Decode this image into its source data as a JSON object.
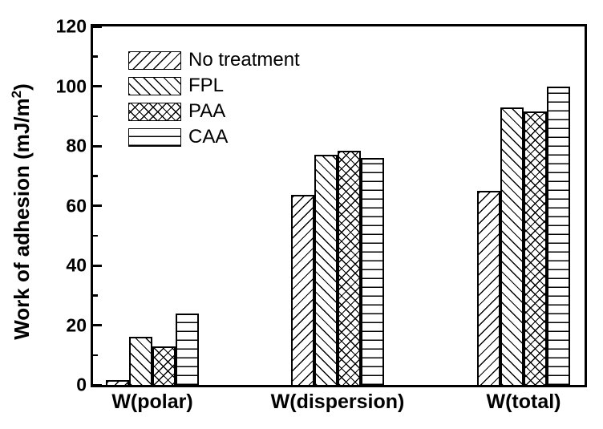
{
  "figure": {
    "background_color": "#ffffff",
    "ink_color": "#000000",
    "title": ""
  },
  "chart_data": {
    "type": "bar",
    "title": "",
    "xlabel": "",
    "ylabel": "Work of adhesion (mJ/m²)",
    "ylabel_parts": {
      "prefix": "Work of adhesion (mJ/m",
      "sup": "2",
      "suffix": ")"
    },
    "categories": [
      "W(polar)",
      "W(dispersion)",
      "W(total)"
    ],
    "series": [
      {
        "name": "No treatment",
        "pattern": "diagonal-forward-hatch",
        "values": [
          1.5,
          63.5,
          65
        ]
      },
      {
        "name": "FPL",
        "pattern": "diagonal-backward-hatch",
        "values": [
          16,
          77,
          93
        ]
      },
      {
        "name": "PAA",
        "pattern": "crosshatch",
        "values": [
          13,
          78.5,
          91.5
        ]
      },
      {
        "name": "CAA",
        "pattern": "horizontal-lines",
        "values": [
          24,
          76,
          100
        ]
      }
    ],
    "ylim": [
      0,
      120
    ],
    "yticks_major": [
      0,
      20,
      40,
      60,
      80,
      100,
      120
    ],
    "yticks_minor": [
      10,
      30,
      50,
      70,
      90,
      110
    ],
    "grid": false,
    "legend_position": "upper-left-inside",
    "bar_fill": "#ffffff",
    "bar_edge": "#000000"
  }
}
